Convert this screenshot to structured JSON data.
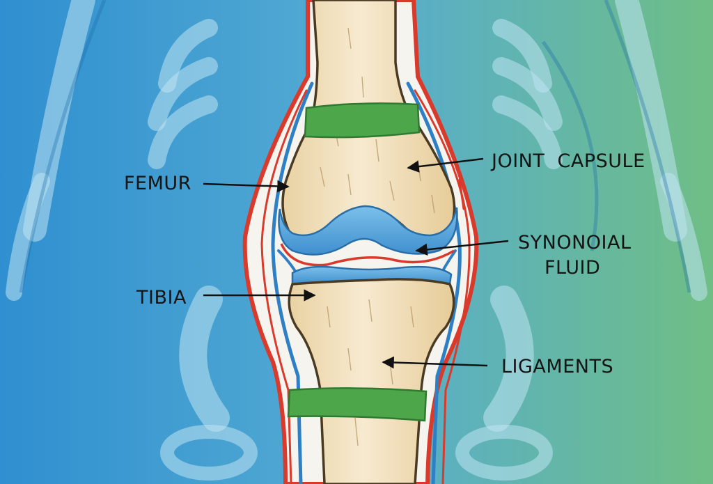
{
  "labels": {
    "femur": "FEMUR",
    "tibia": "TIBIA",
    "joint_capsule": "JOINT  CAPSULE",
    "synovial_line1": "SYNONOIAL",
    "synovial_line2": "FLUID",
    "ligaments": "LIGAMENTS"
  },
  "colors": {
    "background_left": "#2f8fd0",
    "background_right": "#6fbe86",
    "bone": "#f3e3bd",
    "bone_outline": "#4a3a22",
    "cartilage": "#5fa8dc",
    "capsule_red": "#d93a2b",
    "vessel_blue": "#2e7fc4",
    "ligament_band": "#4ea64a",
    "text": "#141414"
  },
  "icons": [
    "arrow-icon"
  ]
}
